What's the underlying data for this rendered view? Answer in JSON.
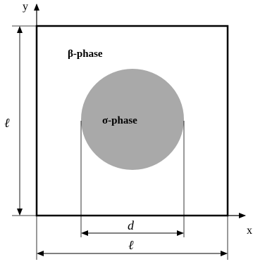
{
  "axes": {
    "x_label": "x",
    "y_label": "y"
  },
  "phases": {
    "matrix_label": "β-phase",
    "inclusion_label": "σ-phase"
  },
  "dimensions": {
    "inclusion_diameter_label": "d",
    "cell_width_label": "ℓ",
    "cell_height_label": "ℓ"
  },
  "colors": {
    "inclusion_fill": "#a9a9a9",
    "cell_stroke": "#000000"
  }
}
